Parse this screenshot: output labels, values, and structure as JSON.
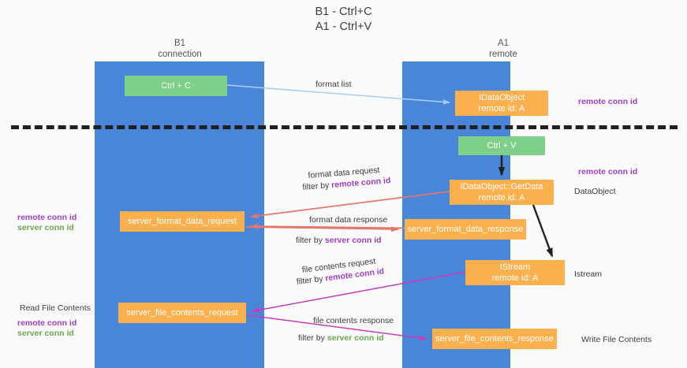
{
  "title": {
    "line1": "B1 - Ctrl+C",
    "line2": "A1 - Ctrl+V"
  },
  "columns": [
    {
      "name": "b1",
      "line1": "B1",
      "line2": "connection"
    },
    {
      "name": "a1",
      "line1": "A1",
      "line2": "remote"
    }
  ],
  "nodes": {
    "ctrl_c": {
      "line1": "Ctrl + C",
      "line2": ""
    },
    "idataobject": {
      "line1": "IDataObject",
      "line2": "remote id: A"
    },
    "ctrl_v": {
      "line1": "Ctrl + V",
      "line2": ""
    },
    "getdata": {
      "line1": "IDataObject::GetData",
      "line2": "remote id: A"
    },
    "server_format_data_request": {
      "line1": "server_format_data_request",
      "line2": ""
    },
    "server_format_data_response": {
      "line1": "server_format_data_response",
      "line2": ""
    },
    "istream": {
      "line1": "IStream",
      "line2": "remote id: A"
    },
    "server_file_contents_request": {
      "line1": "server_file_contents_request",
      "line2": ""
    },
    "server_file_contents_response": {
      "line1": "server_file_contents_response",
      "line2": ""
    }
  },
  "edge_labels": {
    "format_list": "format list",
    "format_data_request": "format data request",
    "format_data_request_filter_prefix": "filter by ",
    "format_data_request_filter_key": "remote conn id",
    "format_data_response": "format data response",
    "format_data_response_filter_prefix": "filter by ",
    "format_data_response_filter_key": "server conn id",
    "file_contents_request": "file contents request",
    "file_contents_request_filter_prefix": "filter by ",
    "file_contents_request_filter_key": "remote conn id",
    "file_contents_response": "file contents response",
    "file_contents_response_filter_prefix": "filter by ",
    "file_contents_response_filter_key": "server conn id"
  },
  "side_labels": {
    "right_remote_conn_id_top": "remote conn id",
    "right_remote_conn_id_mid": "remote conn id",
    "right_dataobject": "DataObject",
    "right_istream": "Istream",
    "right_write_file_contents": "Write File Contents",
    "left_remote_conn_id_mid": "remote conn id",
    "left_server_conn_id_mid": "server conn id",
    "left_read_file_contents": "Read File Contents",
    "left_remote_conn_id_low": "remote conn id",
    "left_server_conn_id_low": "server conn id"
  },
  "colors": {
    "lane": "#4a86d8",
    "green_node": "#7ed089",
    "orange_node": "#fbb04e",
    "purple_text": "#a03fc4",
    "green_text": "#6aa84f",
    "arrow_blue": "#a5cdf0",
    "arrow_red": "#e8746b",
    "arrow_magenta": "#c93bbd",
    "arrow_black": "#202020",
    "divider": "#202020",
    "background": "#fafafa"
  }
}
